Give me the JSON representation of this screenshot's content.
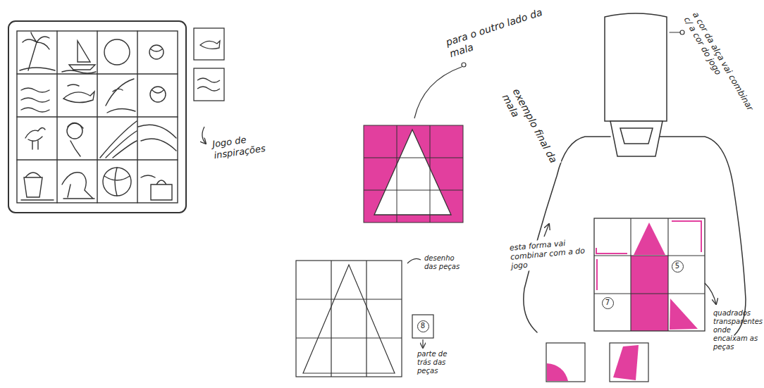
{
  "diagram": {
    "nodes": [
      {
        "text": [
          "5"
        ]
      },
      {
        "text": [
          "7"
        ]
      },
      {
        "text": [
          "8"
        ]
      }
    ],
    "labels": [
      "Jogo de inspirações",
      "para o outro lado da mala",
      "desenho das peças",
      "parte de trás das peças",
      "exemplo final da mala",
      "a cor da alça vai combinar c/ a cor do jogo",
      "esta forma vai combinar com a do jogo",
      "quadrados transparentes onde encaixam as peças"
    ]
  }
}
